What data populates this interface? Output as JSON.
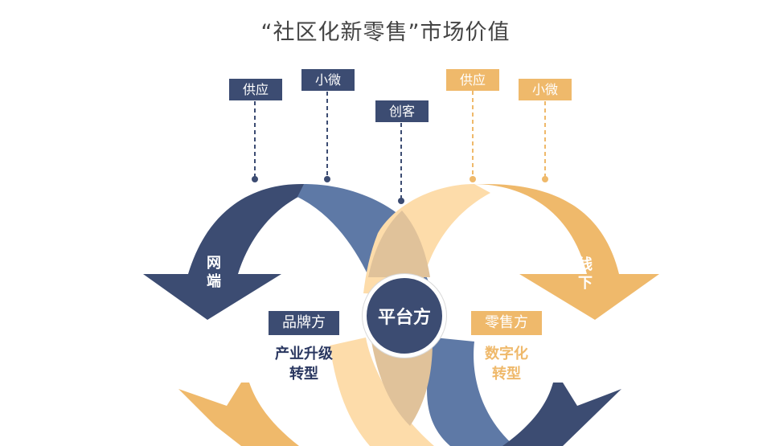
{
  "title": "“社区化新零售”市场价值",
  "tags": {
    "left_supply": "供应",
    "left_small": "小微",
    "center_startup": "创客",
    "right_supply": "供应",
    "right_small": "小微"
  },
  "arrows": {
    "left_label_1": "网",
    "left_label_2": "端",
    "right_label_1": "线",
    "right_label_2": "下"
  },
  "center": {
    "label": "平台方"
  },
  "left_role": {
    "box": "品牌方",
    "line1": "产业升级",
    "line2": "转型"
  },
  "right_role": {
    "box": "零售方",
    "line1": "数字化",
    "line2": "转型"
  },
  "colors": {
    "navy": "#3c4c72",
    "steel_blue": "#5e79a6",
    "gold": "#efb96b",
    "light_gold": "#fddcaa",
    "overlap": "#e0c29a"
  }
}
